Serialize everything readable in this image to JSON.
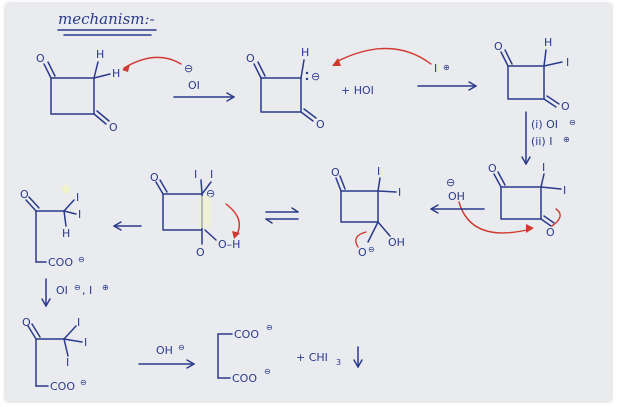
{
  "title": "mechanism:-",
  "reagents": {
    "hypoiodite": "OI",
    "neg": "⊖",
    "hoi": "+ HOI",
    "iodonium": "I",
    "pos": "⊕",
    "step_i": "(i) OI",
    "step_ii": "(ii) I",
    "hydroxide": "OH",
    "step_oi_i": "OI",
    "step_oi_i2": ", I",
    "oh_final": "OH",
    "iodoform": "+ CHI",
    "iodoform_sub": "3"
  },
  "labels": {
    "O": "O",
    "H": "H",
    "I": "I",
    "OH": "OH",
    "OminusH": "O–H",
    "coo": "COO",
    "oo": "OO"
  }
}
